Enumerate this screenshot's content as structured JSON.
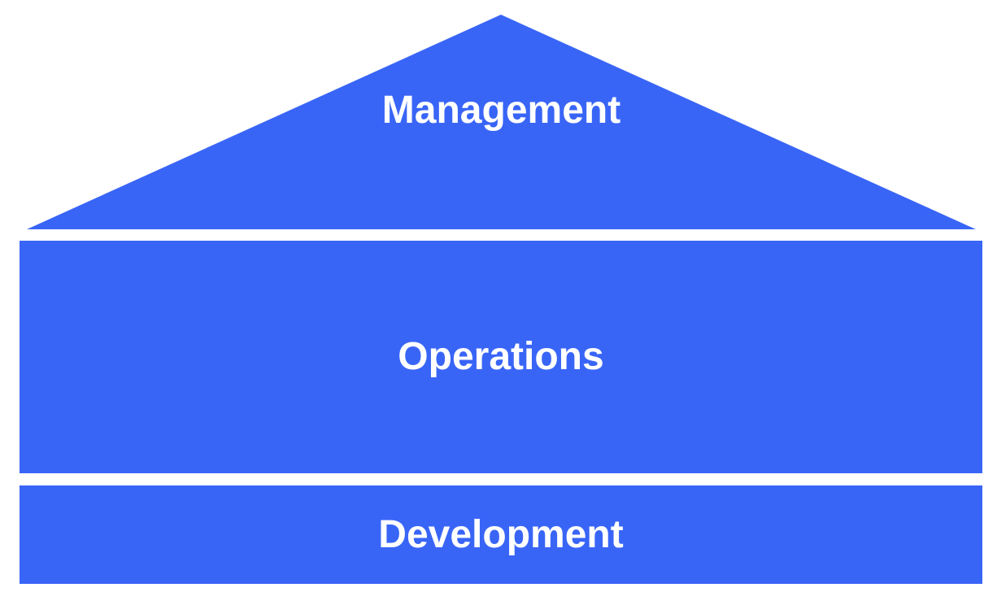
{
  "colors": {
    "block": "#3965F7",
    "text": "#FFFFFF",
    "background": "#FFFFFF"
  },
  "layers": {
    "management": {
      "label": "Management"
    },
    "operations": {
      "label": "Operations"
    },
    "development": {
      "label": "Development"
    }
  }
}
